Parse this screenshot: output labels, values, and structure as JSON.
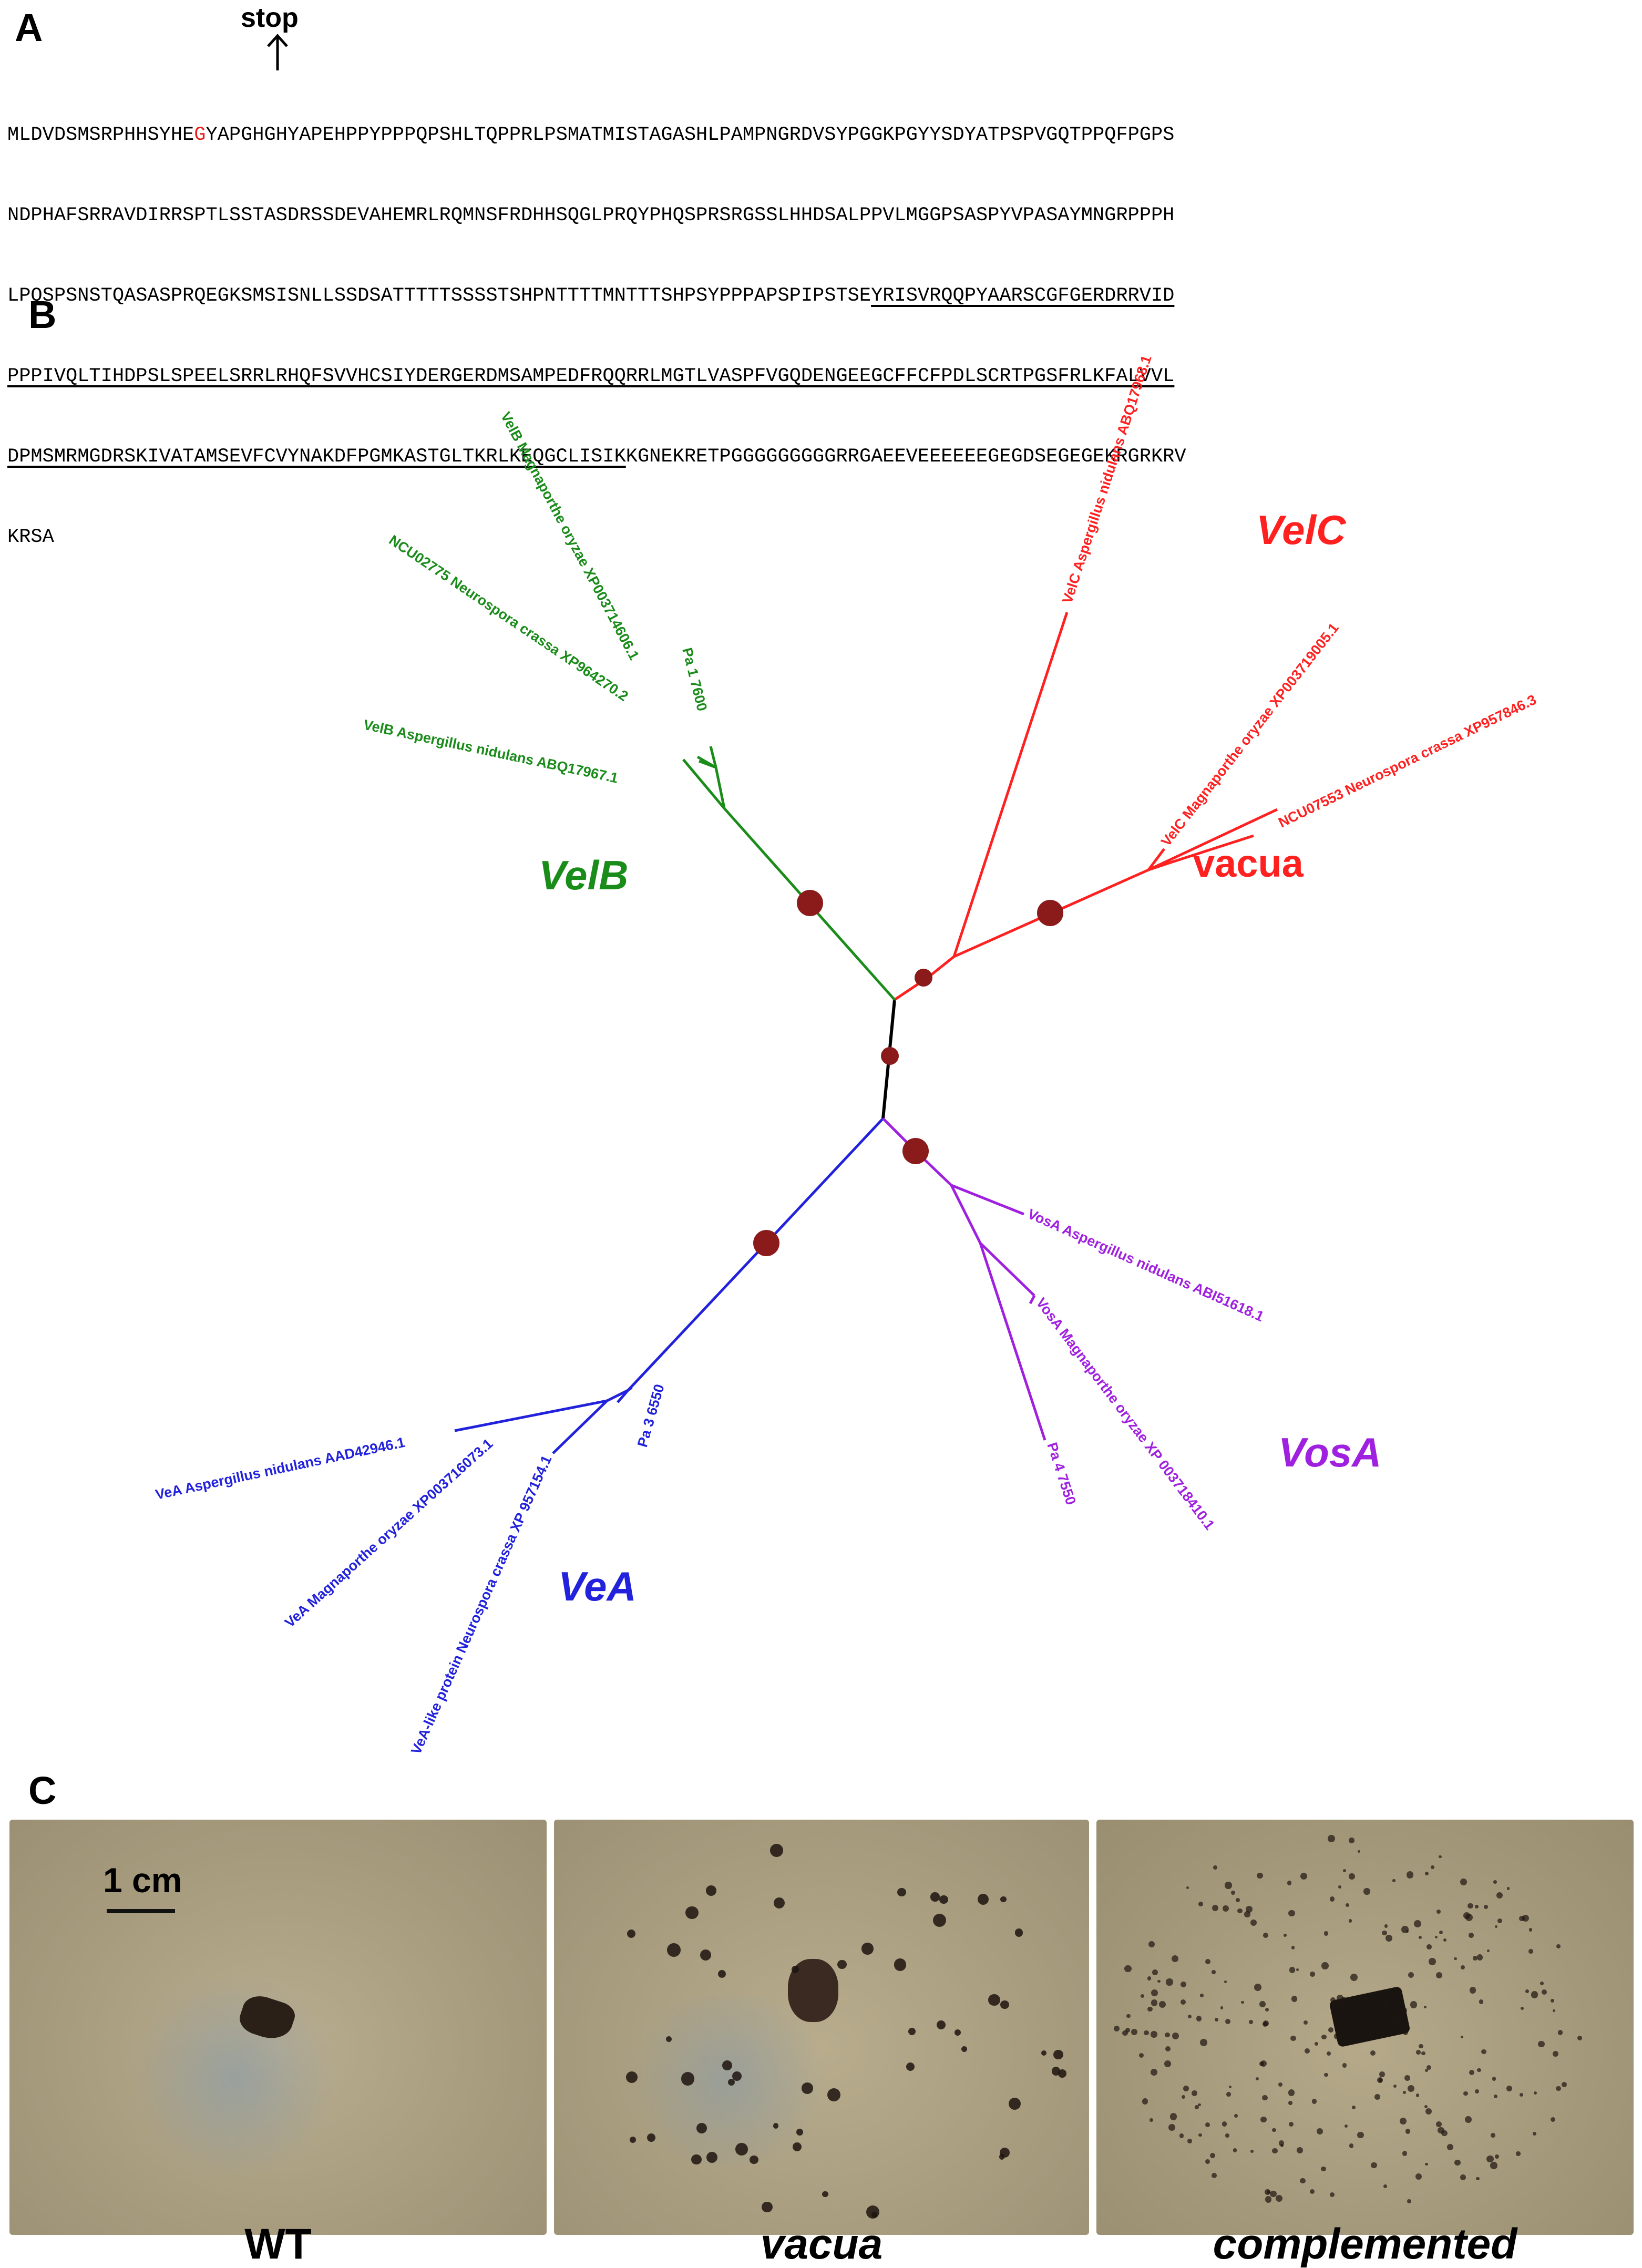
{
  "panel_a": {
    "letter": "A",
    "stop_label": "stop",
    "lines": [
      {
        "pre": "MLDVDSMSRPHHSYHE",
        "hl": "G",
        "post": "YAPGHGHYAPEHPPYPPPQPSHLTQPPRLPSMATMISTAGASHLPAMPNGRDVSYPGGKPGYYSDYATPSPVGQTPPQFPGPS",
        "ul": ""
      },
      {
        "pre": "NDPHAFSRRAVDIRRSPTLSSTASDRSSDEVAHEMRLRQMNSFRDHHSQGLPRQYPHQSPRSRGSSLHHDSALPPVLMGGPSASPYVPASAYMNGRPPPH",
        "hl": "",
        "post": "",
        "ul": ""
      },
      {
        "pre": "LPQSPSNSTQASASPRQEGKSMSISNLLSSDSATTTTTSSSSTSHPNTTTTMNTTTSHPSYPPPAPSPIPSTSE",
        "hl": "",
        "post": "",
        "ul": "YRISVRQQPYAARSCGFGERDRRVID"
      },
      {
        "pre": "",
        "hl": "",
        "post": "",
        "ul": "PPPIVQLTIHDPSLSPEELSRRLRHQFSVVHCSIYDERGERDMSAMPEDFRQQRRLMGTLVASPFVGQDENGEEGCFFCFPDLSCRTPGSFRLKFALVVL"
      },
      {
        "pre": "",
        "hl": "",
        "post": "KGNEKRETPGGGGGGGGGRRGAEEVEEEEEEGEGDSEGEGEKRGRKRV",
        "ul": "DPMSMRMGDRSKIVATAMSEVFCVYNAKDFPGMKASTGLTKRLKEQGCLISIK"
      },
      {
        "pre": "KRSA",
        "hl": "",
        "post": "",
        "ul": ""
      }
    ]
  },
  "panel_b": {
    "letter": "B",
    "colors": {
      "velc": "#ff2020",
      "velb": "#1a8c1a",
      "vea": "#2222dd",
      "vosa": "#a020e0",
      "node": "#8b1a1a",
      "root": "#000000"
    },
    "groups": {
      "velc": "VelC",
      "velb": "VelB",
      "vea": "VeA",
      "vosa": "VosA",
      "vacua": "vacua"
    },
    "leaves": {
      "velc_an": "VelC Aspergillus nidulans ABQ17968.1",
      "velc_mo": "VelC Magnaporthe oryzae XP003719005.1",
      "velc_nc": "NCU07553 Neurospora crassa XP957846.3",
      "velb_mo": "VelB Magnaporthe oryzae XP003714606.1",
      "velb_nc": "NCU02775 Neurospora crassa XP964270.2",
      "velb_pa": "Pa 1 7600",
      "velb_an": "VelB Aspergillus nidulans ABQ17967.1",
      "vosa_an": "VosA Aspergillus nidulans ABI51618.1",
      "vosa_mo": "VosA Magnaporthe oryzae XP 003718410.1",
      "vosa_pa": "Pa 4 7550",
      "vea_an": "VeA Aspergillus nidulans AAD42946.1",
      "vea_mo": "VeA Magnaporthe oryzae XP003716073.1",
      "vea_nc": "VeA-like protein Neurospora crassa XP 957154.1",
      "vea_pa": "Pa 3 6550"
    }
  },
  "panel_c": {
    "letter": "C",
    "scale_label": "1 cm",
    "captions": [
      "WT",
      "vacua",
      "complemented"
    ]
  }
}
